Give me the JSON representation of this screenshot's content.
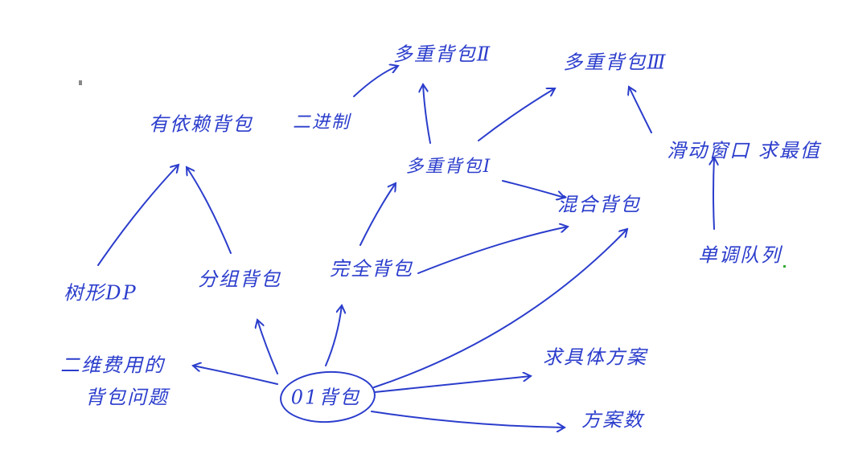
{
  "colors": {
    "ink": "#2b3dcc",
    "background": "#ffffff"
  },
  "nodes": {
    "multi_2": "多重背包Ⅱ",
    "multi_3": "多重背包Ⅲ",
    "dependent": "有依赖背包",
    "binary": "二进制",
    "multi_1": "多重背包Ⅰ",
    "mixed": "混合背包",
    "sliding": "滑动窗口 求最值",
    "monotonic": "单调队列",
    "tree_dp": "树形DP",
    "group": "分组背包",
    "complete": "完全背包",
    "two_dim_1": "二维费用的",
    "two_dim_2": "背包问题",
    "zero_one": "01背包",
    "plan": "求具体方案",
    "count": "方案数"
  }
}
